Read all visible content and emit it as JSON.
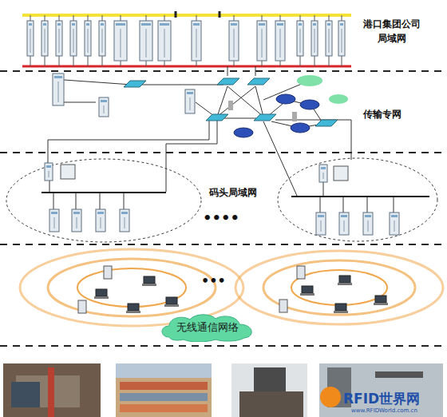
{
  "diagram": {
    "nodes": [
      {
        "text": [
          "无线通信网络"
        ]
      }
    ],
    "labels": [
      "港口集团公司 局域网",
      "传输专网",
      "码头局域网",
      "••••",
      "•••",
      "RFID世界网",
      "www.RFIDWorld.com.cn"
    ]
  }
}
